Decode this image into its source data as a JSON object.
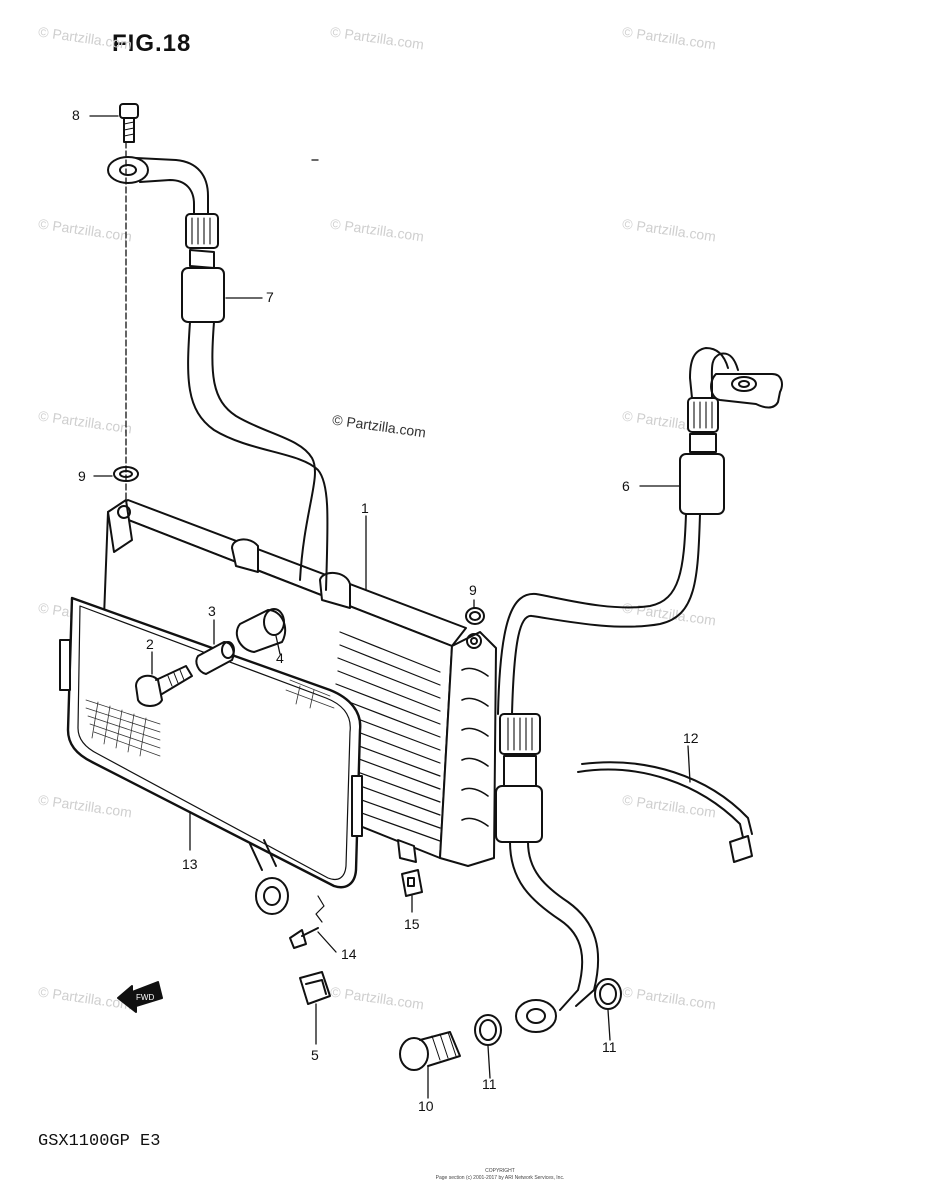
{
  "figure": {
    "title": "FIG.18",
    "model": "GSX1100GP E3"
  },
  "watermark": {
    "text": "© Partzilla.com"
  },
  "fwd_label": "FWD",
  "callouts": [
    "1",
    "2",
    "3",
    "4",
    "5",
    "6",
    "7",
    "8",
    "9",
    "9",
    "10",
    "11",
    "11",
    "12",
    "13",
    "14",
    "15"
  ],
  "copyright": {
    "line1": "COPYRIGHT",
    "line2": "Page section (c) 2001-2017 by ARI Network Services, Inc."
  }
}
